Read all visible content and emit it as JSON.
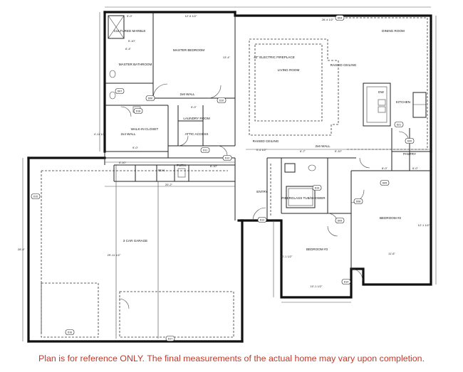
{
  "rooms": {
    "cultured_marble": "CULTURED MARBLE",
    "master_bedroom": "MASTER BEDROOM",
    "master_bathroom": "MASTER BATHROOM",
    "electric_fireplace": "42\" ELECTRIC FIREPLACE",
    "living_room": "LIVING ROOM",
    "raised_ceiling_living": "RAISED CEILING",
    "dining_room": "DINING ROOM",
    "kitchen": "KITCHEN",
    "dw": "DW",
    "pantry": "PANTRY",
    "walk_in_closet": "WALK-IN CLOSET",
    "laundry_room": "LAUNDRY ROOM",
    "attic_access": "ATTIC ACCESS",
    "wall_2x6_a": "2x6 WALL",
    "wall_2x4_a": "2x4 WALL",
    "wall_2x6_b": "2x6 WALL",
    "raised_ceiling_hall": "RAISED CEILING",
    "wh": "W.H.",
    "furn": "FURN.",
    "entry": "ENTRY",
    "fiberglass_tub": "FIBERGLASS TUB/SHOWER",
    "bedroom_3": "BEDROOM #3",
    "bedroom_2": "BEDROOM #2",
    "garage": "3 CAR GARAGE"
  },
  "dimensions": {
    "d_5_0": "5'-0\"",
    "d_12_5": "12'-5 1/2\"",
    "d_28_4": "28'-4 1/2\"",
    "d_5_10": "5'-10\"",
    "d_6_4": "6'-4\"",
    "d_13_4": "13'-4\"",
    "d_9_0": "9'-0\"",
    "d_4_11": "4'-11 1/2\"",
    "d_5_10b": "5'-10\"",
    "d_6_10": "6'-10\"",
    "d_20_2": "20'-2\"",
    "d_5_0b": "5'-0\"",
    "d_6_7": "6'-7\"",
    "d_5_4": "5'-4 1/2\"",
    "d_5_10c": "5'-10\"",
    "d_8_0": "8'-0\"",
    "d_6_0": "6'-0\"",
    "d_28_4b": "28'-4\"",
    "d_29_11": "29'-11 1/2\"",
    "d_10_1": "10'-1 1/2\"",
    "d_11_6": "11'-6\"",
    "d_12_1": "12'-1 1/2\"",
    "d_10_1b": "10'-1 1/2\""
  },
  "door_tags": [
    "D04",
    "D05",
    "D06",
    "D07",
    "D08",
    "D09",
    "D10",
    "D11",
    "D12",
    "D13",
    "D14",
    "D15",
    "D16",
    "D17",
    "D18",
    "D19",
    "D20",
    "D21"
  ],
  "disclaimer": "Plan is for reference ONLY. The final measurements of the actual home may vary upon completion."
}
